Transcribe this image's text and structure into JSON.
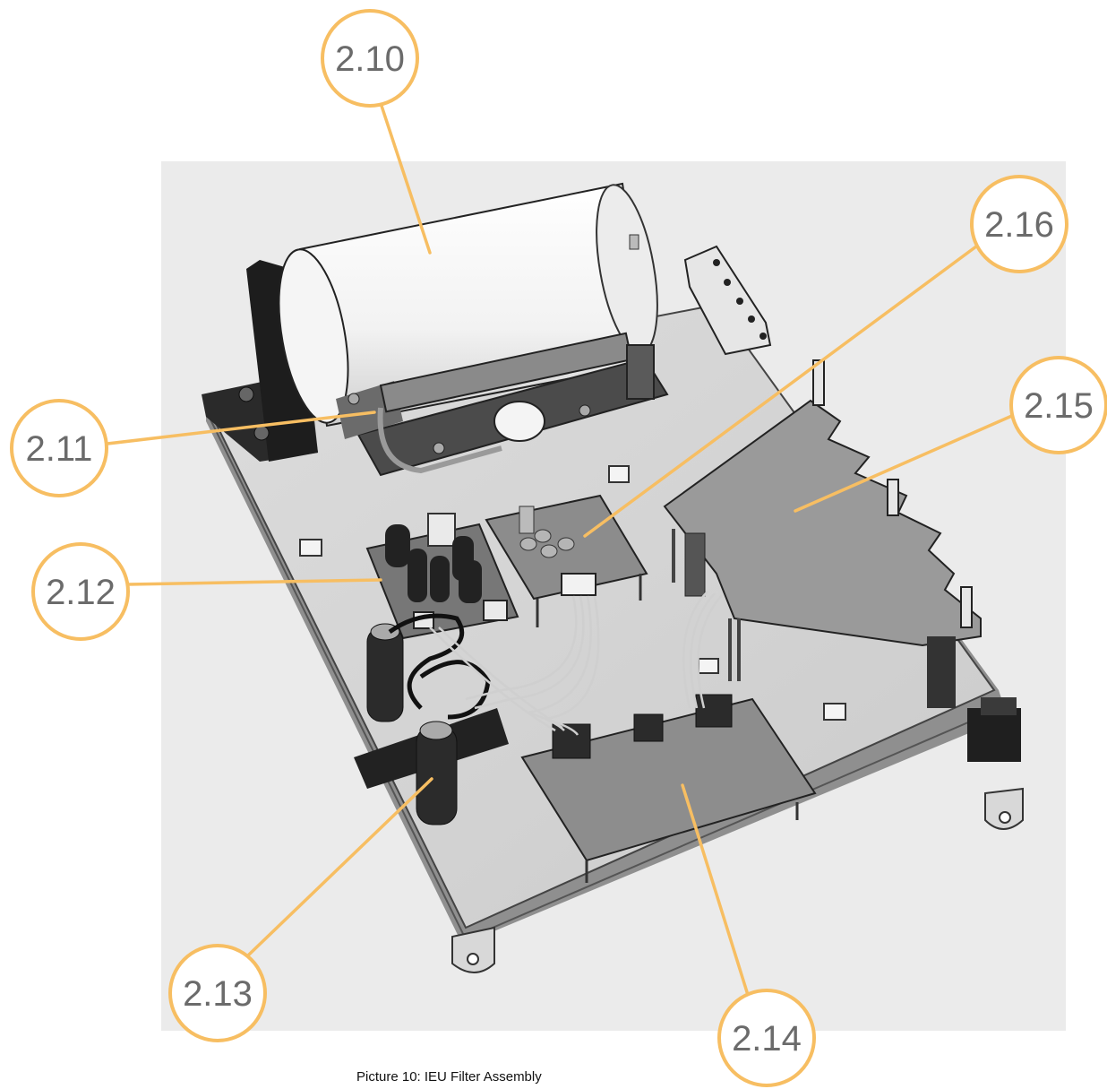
{
  "figure": {
    "caption": "Picture 10: IEU Filter Assembly",
    "callout_color": "#f7be62",
    "callouts": [
      {
        "id": "2.10",
        "label": "2.10"
      },
      {
        "id": "2.11",
        "label": "2.11"
      },
      {
        "id": "2.12",
        "label": "2.12"
      },
      {
        "id": "2.13",
        "label": "2.13"
      },
      {
        "id": "2.14",
        "label": "2.14"
      },
      {
        "id": "2.15",
        "label": "2.15"
      },
      {
        "id": "2.16",
        "label": "2.16"
      }
    ]
  }
}
